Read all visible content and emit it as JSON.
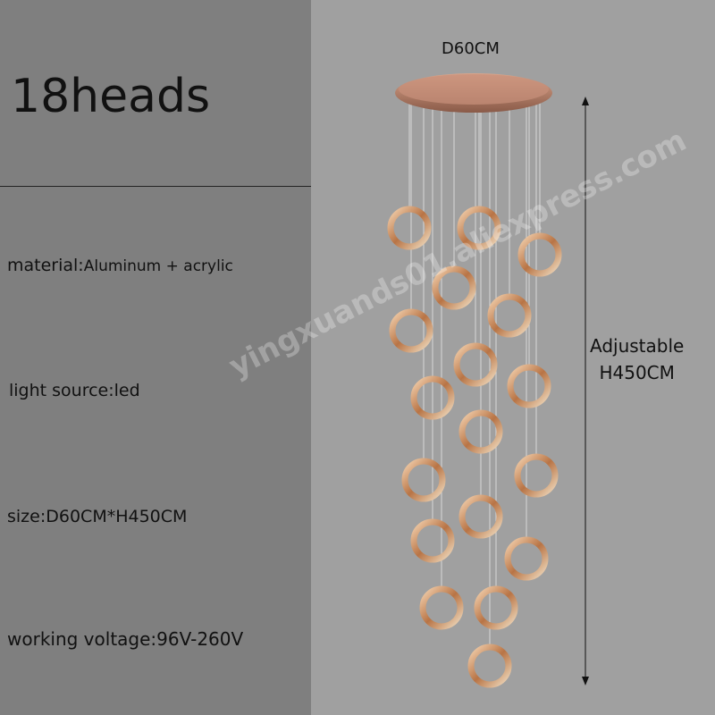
{
  "title": "18heads",
  "specs": {
    "material_label": "material:",
    "material_value": "Aluminum + acrylic",
    "light_source": "light source:led",
    "size": "size:D60CM*H450CM",
    "voltage": "working voltage:96V-260V"
  },
  "dimensions": {
    "diameter": "D60CM",
    "height_line1": "Adjustable",
    "height_line2": "H450CM"
  },
  "heads_count": 18,
  "watermark": "yingxuands01.aliexpress.com",
  "colors": {
    "left_panel": "#7f7f7f",
    "right_panel": "#a0a0a0",
    "ring": "#c98e5e"
  }
}
